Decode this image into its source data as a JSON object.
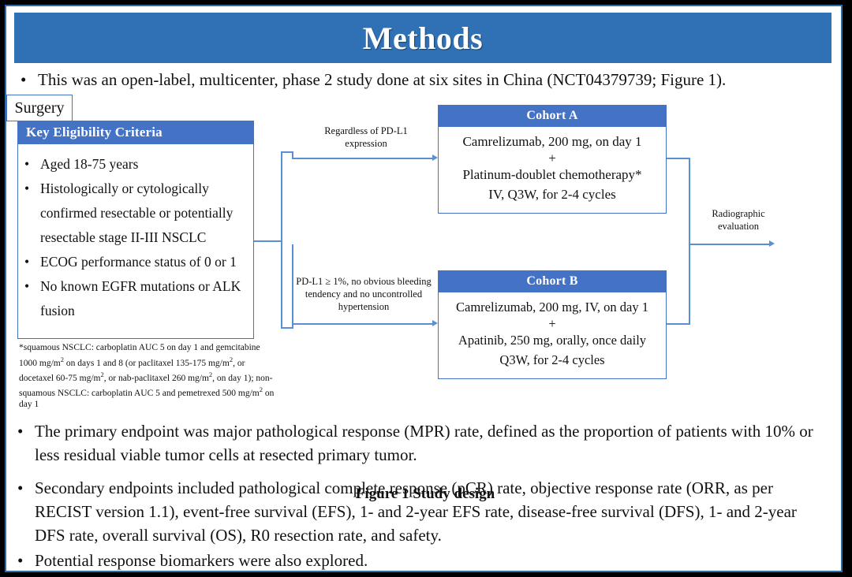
{
  "slide": {
    "title": "Methods",
    "accent_header": "#3071B5",
    "accent_box": "#4472C4",
    "connector_color": "#5B8FD4",
    "frame_color": "#000000"
  },
  "top_bullet": {
    "marker": "•",
    "text": "This was an open-label, multicenter, phase 2 study done at six sites in China (NCT04379739; Figure 1)."
  },
  "figure": {
    "caption": "Figure 1 Study design",
    "eligibility": {
      "header": "Key  Eligibility Criteria",
      "marker": "•",
      "items": [
        "Aged 18-75 years",
        "Histologically or cytologically confirmed resectable or potentially resectable stage II-III  NSCLC",
        "ECOG performance status of 0 or 1",
        "No known EGFR mutations or ALK fusion"
      ]
    },
    "footnote": "*squamous NSCLC: carboplatin AUC 5 on day 1 and gemcitabine 1000 mg/m2 on days 1 and 8 (or paclitaxel 135-175 mg/m2, or docetaxel 60-75 mg/m2, or nab-paclitaxel 260 mg/m2, on day 1); non-squamous NSCLC: carboplatin AUC 5 and pemetrexed 500 mg/m2 on day 1",
    "cohort_a": {
      "header": "Cohort A",
      "lines": [
        "Camrelizumab, 200 mg, on day 1",
        "+",
        "Platinum-doublet chemotherapy*",
        "IV, Q3W, for 2-4 cycles"
      ]
    },
    "cohort_b": {
      "header": "Cohort B",
      "lines": [
        "Camrelizumab, 200 mg, IV, on day 1",
        "+",
        "Apatinib, 250 mg, orally, once daily",
        "Q3W, for 2-4 cycles"
      ]
    },
    "label_top": "Regardless of PD-L1 expression",
    "label_bottom": "PD-L1 ≥ 1%, no obvious bleeding tendency and no uncontrolled hypertension",
    "label_radiographic": "Radiographic evaluation",
    "surgery": "Surgery"
  },
  "bullets": [
    {
      "marker": "•",
      "text": "The primary endpoint was major pathological response (MPR) rate, defined as the proportion of patients with 10% or less residual viable tumor cells at resected primary tumor."
    },
    {
      "marker": "•",
      "text": "Secondary endpoints included pathological complete response (pCR) rate, objective response rate (ORR, as per RECIST version 1.1), event-free survival (EFS), 1- and 2-year EFS rate, disease-free survival (DFS), 1- and 2-year DFS rate, overall survival (OS), R0 resection rate, and safety."
    },
    {
      "marker": "•",
      "text": "Potential response biomarkers were also explored."
    }
  ]
}
